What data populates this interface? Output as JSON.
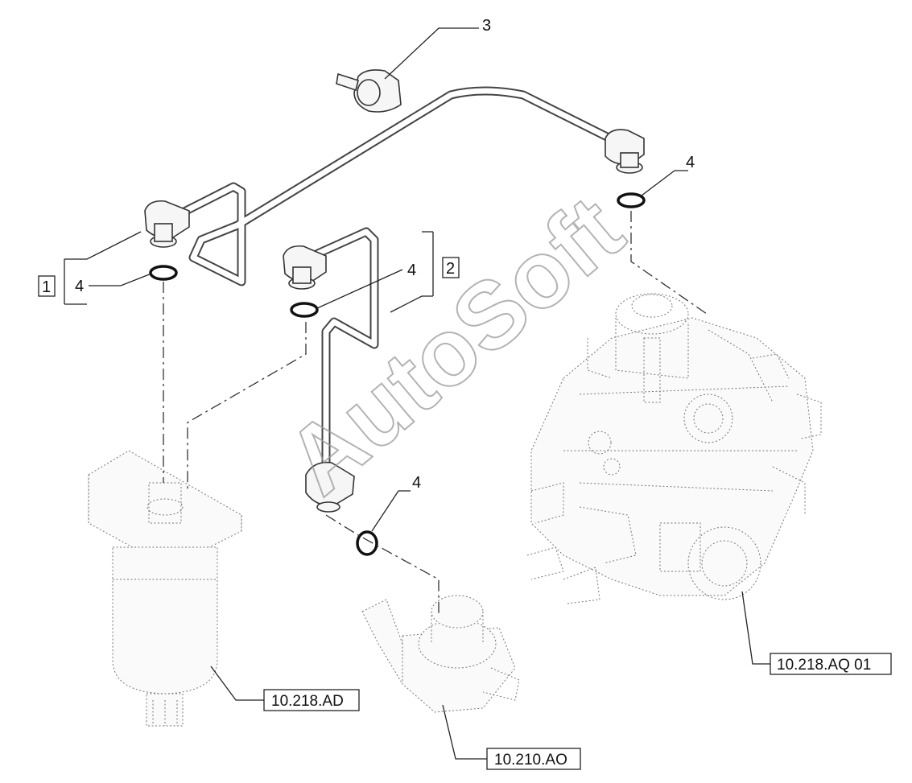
{
  "callouts": {
    "item_3": "3",
    "item_4_top_right": "4",
    "item_4_left": "4",
    "item_4_middle": "4",
    "item_4_bottom": "4",
    "group_1": "1",
    "group_2": "2"
  },
  "references": {
    "fuel_filter": "10.218.AD",
    "feed_pump": "10.210.AO",
    "injection_pump": "10.218.AQ 01"
  },
  "watermark": "AutoSoft"
}
